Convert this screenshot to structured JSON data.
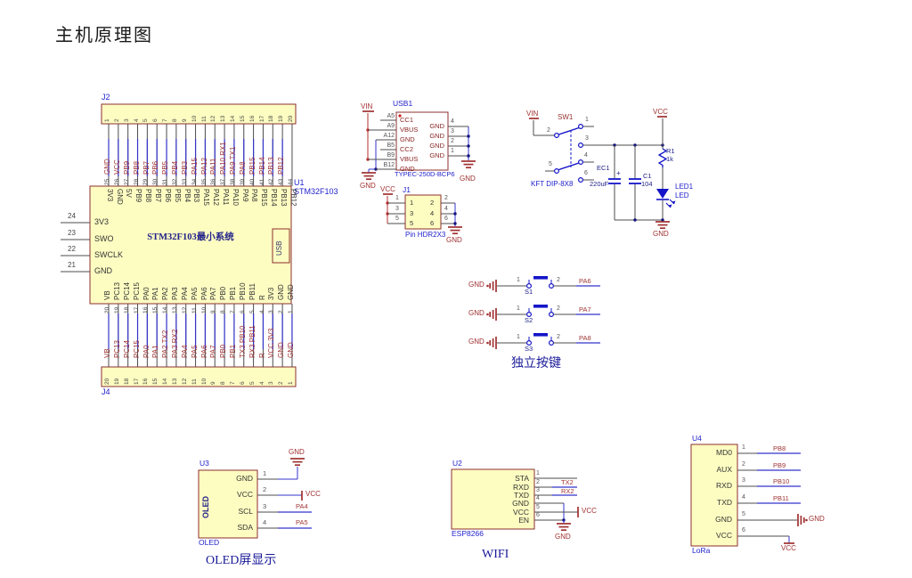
{
  "title": "主机原理图",
  "colors": {
    "box_fill": "#fdfdc2",
    "box_border": "#8d2f2f",
    "designator_blue": "#2222cc",
    "symbol_blue": "#1414c8",
    "net_red": "#a03535",
    "power_red": "#a03030",
    "wire_gray": "#4c4c4c",
    "wire_blue": "#3333cc",
    "pin_gray": "#555555",
    "name_dark": "#333333",
    "caption_navy": "#1a1a99"
  },
  "j2": {
    "ref": "J2",
    "pin_numbers": [
      "1",
      "2",
      "3",
      "4",
      "5",
      "6",
      "7",
      "8",
      "9",
      "10",
      "11",
      "12",
      "13",
      "14",
      "15",
      "16",
      "17",
      "18",
      "19",
      "20"
    ],
    "net_labels": [
      "GND",
      "VCC",
      "PB9",
      "PB8",
      "PB7",
      "PB6",
      "PB5",
      "PB4",
      "PB3",
      "PA15",
      "PA12",
      "PA11",
      "PA10 RX1",
      "PA9 TX1",
      "PA8",
      "PB15",
      "PB14",
      "PB13",
      "PB12",
      ""
    ]
  },
  "u1": {
    "ref": "U1",
    "part": "STM32F103",
    "title": "STM32F103最小系统",
    "usb_box": "USB",
    "top_pin_numbers": [
      "25",
      "26",
      "27",
      "28",
      "29",
      "30",
      "31",
      "32",
      "33",
      "34",
      "35",
      "36",
      "37",
      "38",
      "39",
      "40",
      "41",
      "42",
      "43",
      "44"
    ],
    "top_pin_names": [
      "3V3",
      "GND",
      "5V",
      "PB9",
      "PB8",
      "PB7",
      "PB6",
      "PB5",
      "PB4",
      "PB3",
      "PA15",
      "PA12",
      "PA11",
      "PA10",
      "PA9",
      "PA8",
      "PB15",
      "PB14",
      "PB13",
      "PB12"
    ],
    "left_pins": [
      {
        "num": "24",
        "name": "3V3"
      },
      {
        "num": "23",
        "name": "SWO"
      },
      {
        "num": "22",
        "name": "SWCLK"
      },
      {
        "num": "21",
        "name": "GND"
      }
    ],
    "bottom_pin_numbers": [
      "20",
      "19",
      "18",
      "17",
      "16",
      "15",
      "14",
      "13",
      "12",
      "11",
      "10",
      "9",
      "8",
      "7",
      "6",
      "5",
      "4",
      "3",
      "2",
      "1"
    ],
    "bottom_pin_names": [
      "VB",
      "PC13",
      "PC14",
      "PC15",
      "PA0",
      "PA1",
      "PA2",
      "PA3",
      "PA4",
      "PA5",
      "PA6",
      "PA7",
      "PB0",
      "PB1",
      "PB10",
      "PB11",
      "R",
      "3V3",
      "GND",
      "GND"
    ],
    "bottom_net_labels": [
      "VB",
      "PC13",
      "PC14",
      "PC15",
      "PA0",
      "PA1",
      "PA2 TX2",
      "PA3 RX2",
      "PA4",
      "PA5",
      "PA6",
      "PA7",
      "PB0",
      "PB1",
      "TX3 PB10",
      "RX3 PB11",
      "R",
      "VCC 3V3",
      "GND",
      "GND"
    ]
  },
  "j4": {
    "ref": "J4",
    "pin_numbers": [
      "20",
      "19",
      "18",
      "17",
      "16",
      "15",
      "14",
      "13",
      "12",
      "11",
      "10",
      "9",
      "8",
      "7",
      "6",
      "5",
      "4",
      "3",
      "2",
      "1"
    ]
  },
  "usb1": {
    "ref": "USB1",
    "part": "TYPEC-250D-BCP6",
    "vin": "VIN",
    "gnd_left": "GND",
    "gnd_right": "GND",
    "pads": [
      "A5",
      "A9",
      "A12",
      "B5",
      "B9",
      "B12"
    ],
    "left_names": [
      "CC1",
      "VBUS",
      "GND",
      "CC2",
      "VBUS",
      "GND"
    ],
    "right_numbers": [
      "4",
      "3",
      "2",
      "1"
    ],
    "right_names": [
      "GND",
      "GND",
      "GND",
      "GND"
    ]
  },
  "j1": {
    "ref": "J1",
    "part": "Pin HDR2X3",
    "vcc": "VCC",
    "gnd": "GND",
    "left_numbers": [
      "1",
      "3",
      "5"
    ],
    "right_numbers": [
      "2",
      "4",
      "6"
    ]
  },
  "power": {
    "ref": "SW1",
    "part": "KFT DIP-8X8",
    "vin": "VIN",
    "vcc": "VCC",
    "gnd": "GND",
    "pin_numbers": [
      "1",
      "2",
      "3",
      "4",
      "5",
      "6"
    ],
    "ec1_ref": "EC1",
    "ec1_val": "220uF",
    "plus": "+",
    "c1_ref": "C1",
    "c1_val": "104",
    "r1_ref": "R1",
    "r1_val": "1k",
    "led_ref": "LED1",
    "led_val": "LED"
  },
  "buttons": {
    "caption": "独立按键",
    "gnd": "GND",
    "pin1": "1",
    "pin2": "2",
    "items": [
      {
        "ref": "S1",
        "net": "PA6"
      },
      {
        "ref": "S2",
        "net": "PA7"
      },
      {
        "ref": "S3",
        "net": "PA8"
      }
    ]
  },
  "oled": {
    "ref": "U3",
    "body": "OLED",
    "name": "OLED",
    "caption": "OLED屏显示",
    "gnd": "GND",
    "vcc": "VCC",
    "pins": [
      {
        "num": "1",
        "name": "GND",
        "net": ""
      },
      {
        "num": "2",
        "name": "VCC",
        "net": ""
      },
      {
        "num": "3",
        "name": "SCL",
        "net": "PA4"
      },
      {
        "num": "4",
        "name": "SDA",
        "net": "PA5"
      }
    ]
  },
  "wifi": {
    "ref": "U2",
    "name": "ESP8266",
    "caption": "WIFI",
    "vcc": "VCC",
    "gnd": "GND",
    "pins": [
      {
        "num": "1",
        "name": "STA",
        "net": ""
      },
      {
        "num": "2",
        "name": "RXD",
        "net": "TX2"
      },
      {
        "num": "3",
        "name": "TXD",
        "net": "RX2"
      },
      {
        "num": "4",
        "name": "GND",
        "net": ""
      },
      {
        "num": "5",
        "name": "VCC",
        "net": ""
      },
      {
        "num": "6",
        "name": "EN",
        "net": ""
      }
    ]
  },
  "lora": {
    "ref": "U4",
    "name": "LoRa",
    "vcc": "VCC",
    "gnd": "GND",
    "pins": [
      {
        "num": "1",
        "name": "MD0",
        "net": "PB8"
      },
      {
        "num": "2",
        "name": "AUX",
        "net": "PB9"
      },
      {
        "num": "3",
        "name": "RXD",
        "net": "PB10"
      },
      {
        "num": "4",
        "name": "TXD",
        "net": "PB11"
      },
      {
        "num": "5",
        "name": "GND",
        "net": ""
      },
      {
        "num": "6",
        "name": "VCC",
        "net": ""
      }
    ]
  }
}
